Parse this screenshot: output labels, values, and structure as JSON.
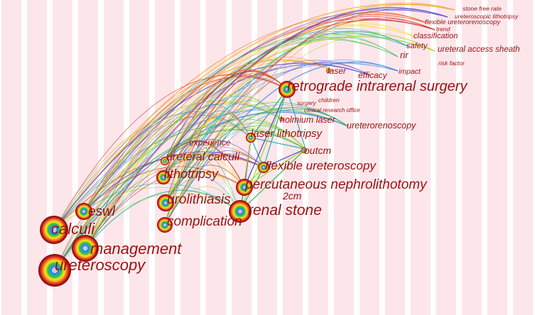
{
  "colors": {
    "label": "#9b1212",
    "stripe": "#fde6ea",
    "ring_palette": [
      "#8a1010",
      "#c82020",
      "#ee5a1a",
      "#f2a31c",
      "#f4e020",
      "#9fd626",
      "#2fb84a",
      "#1fb0b8",
      "#2f7fe0",
      "#4d3fd0",
      "#7a2fc0"
    ]
  },
  "keywords": [
    {
      "id": "stone-free-rate",
      "label": "stone free rate"
    },
    {
      "id": "ureteroscopic-lithotripsy",
      "label": "ureteroscopic lithotripsy"
    },
    {
      "id": "flexible-ureterorenoscopy",
      "label": "flexible ureterorenoscopy"
    },
    {
      "id": "trend",
      "label": "trend"
    },
    {
      "id": "classification",
      "label": "classification"
    },
    {
      "id": "safety",
      "label": "safety"
    },
    {
      "id": "ureteral-access-sheath",
      "label": "ureteral access sheath"
    },
    {
      "id": "rir",
      "label": "rir"
    },
    {
      "id": "risk-factor",
      "label": "risk factor"
    },
    {
      "id": "impact",
      "label": "impact"
    },
    {
      "id": "laser",
      "label": "laser"
    },
    {
      "id": "efficacy",
      "label": "efficacy"
    },
    {
      "id": "retrograde-intrarenal-surgery",
      "label": "retrograde intrarenal surgery"
    },
    {
      "id": "children",
      "label": "children"
    },
    {
      "id": "surgery",
      "label": "surgery"
    },
    {
      "id": "clinical-research-office",
      "label": "clinical research office"
    },
    {
      "id": "holmium-laser",
      "label": "holmium laser"
    },
    {
      "id": "ureterorenoscopy",
      "label": "ureterorenoscopy"
    },
    {
      "id": "laser-lithotripsy",
      "label": "laser lithotripsy"
    },
    {
      "id": "experience",
      "label": "experience"
    },
    {
      "id": "outcm",
      "label": "outcm"
    },
    {
      "id": "ureteral-calculi",
      "label": "ureteral calculi"
    },
    {
      "id": "flexible-ureteroscopy",
      "label": "flexible ureteroscopy"
    },
    {
      "id": "lithotripsy",
      "label": "lithotripsy"
    },
    {
      "id": "percutaneous-nephrolithotomy",
      "label": "percutaneous nephrolithotomy"
    },
    {
      "id": "2cm",
      "label": "2cm"
    },
    {
      "id": "urolithiasis",
      "label": "urolithiasis"
    },
    {
      "id": "eswl",
      "label": "eswl"
    },
    {
      "id": "renal-stone",
      "label": "renal stone"
    },
    {
      "id": "complication",
      "label": "complication"
    },
    {
      "id": "calculi",
      "label": "calculi"
    },
    {
      "id": "management",
      "label": "management"
    },
    {
      "id": "ureteroscopy",
      "label": "ureteroscopy"
    }
  ]
}
